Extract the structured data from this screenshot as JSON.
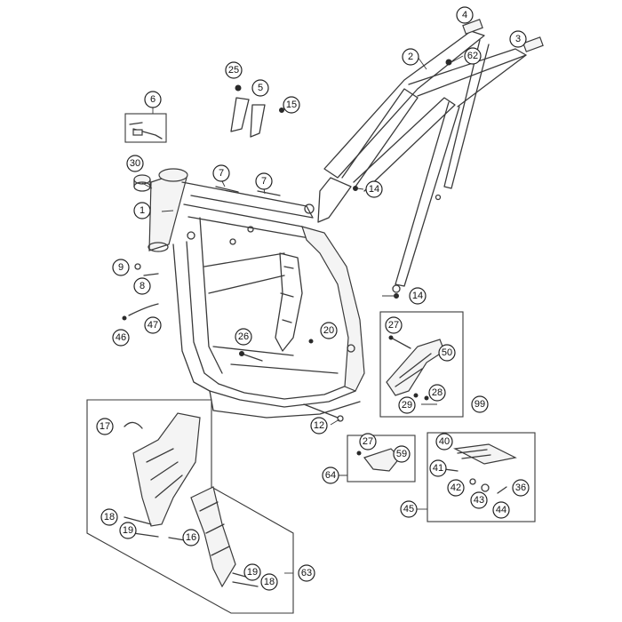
{
  "callouts": [
    "1",
    "2",
    "3",
    "4",
    "5",
    "6",
    "7",
    "7",
    "8",
    "9",
    "12",
    "14",
    "14",
    "15",
    "16",
    "17",
    "18",
    "18",
    "19",
    "19",
    "20",
    "25",
    "26",
    "27",
    "27",
    "28",
    "29",
    "30",
    "36",
    "40",
    "41",
    "42",
    "43",
    "44",
    "45",
    "46",
    "47",
    "50",
    "59",
    "62",
    "63",
    "64",
    "99"
  ]
}
